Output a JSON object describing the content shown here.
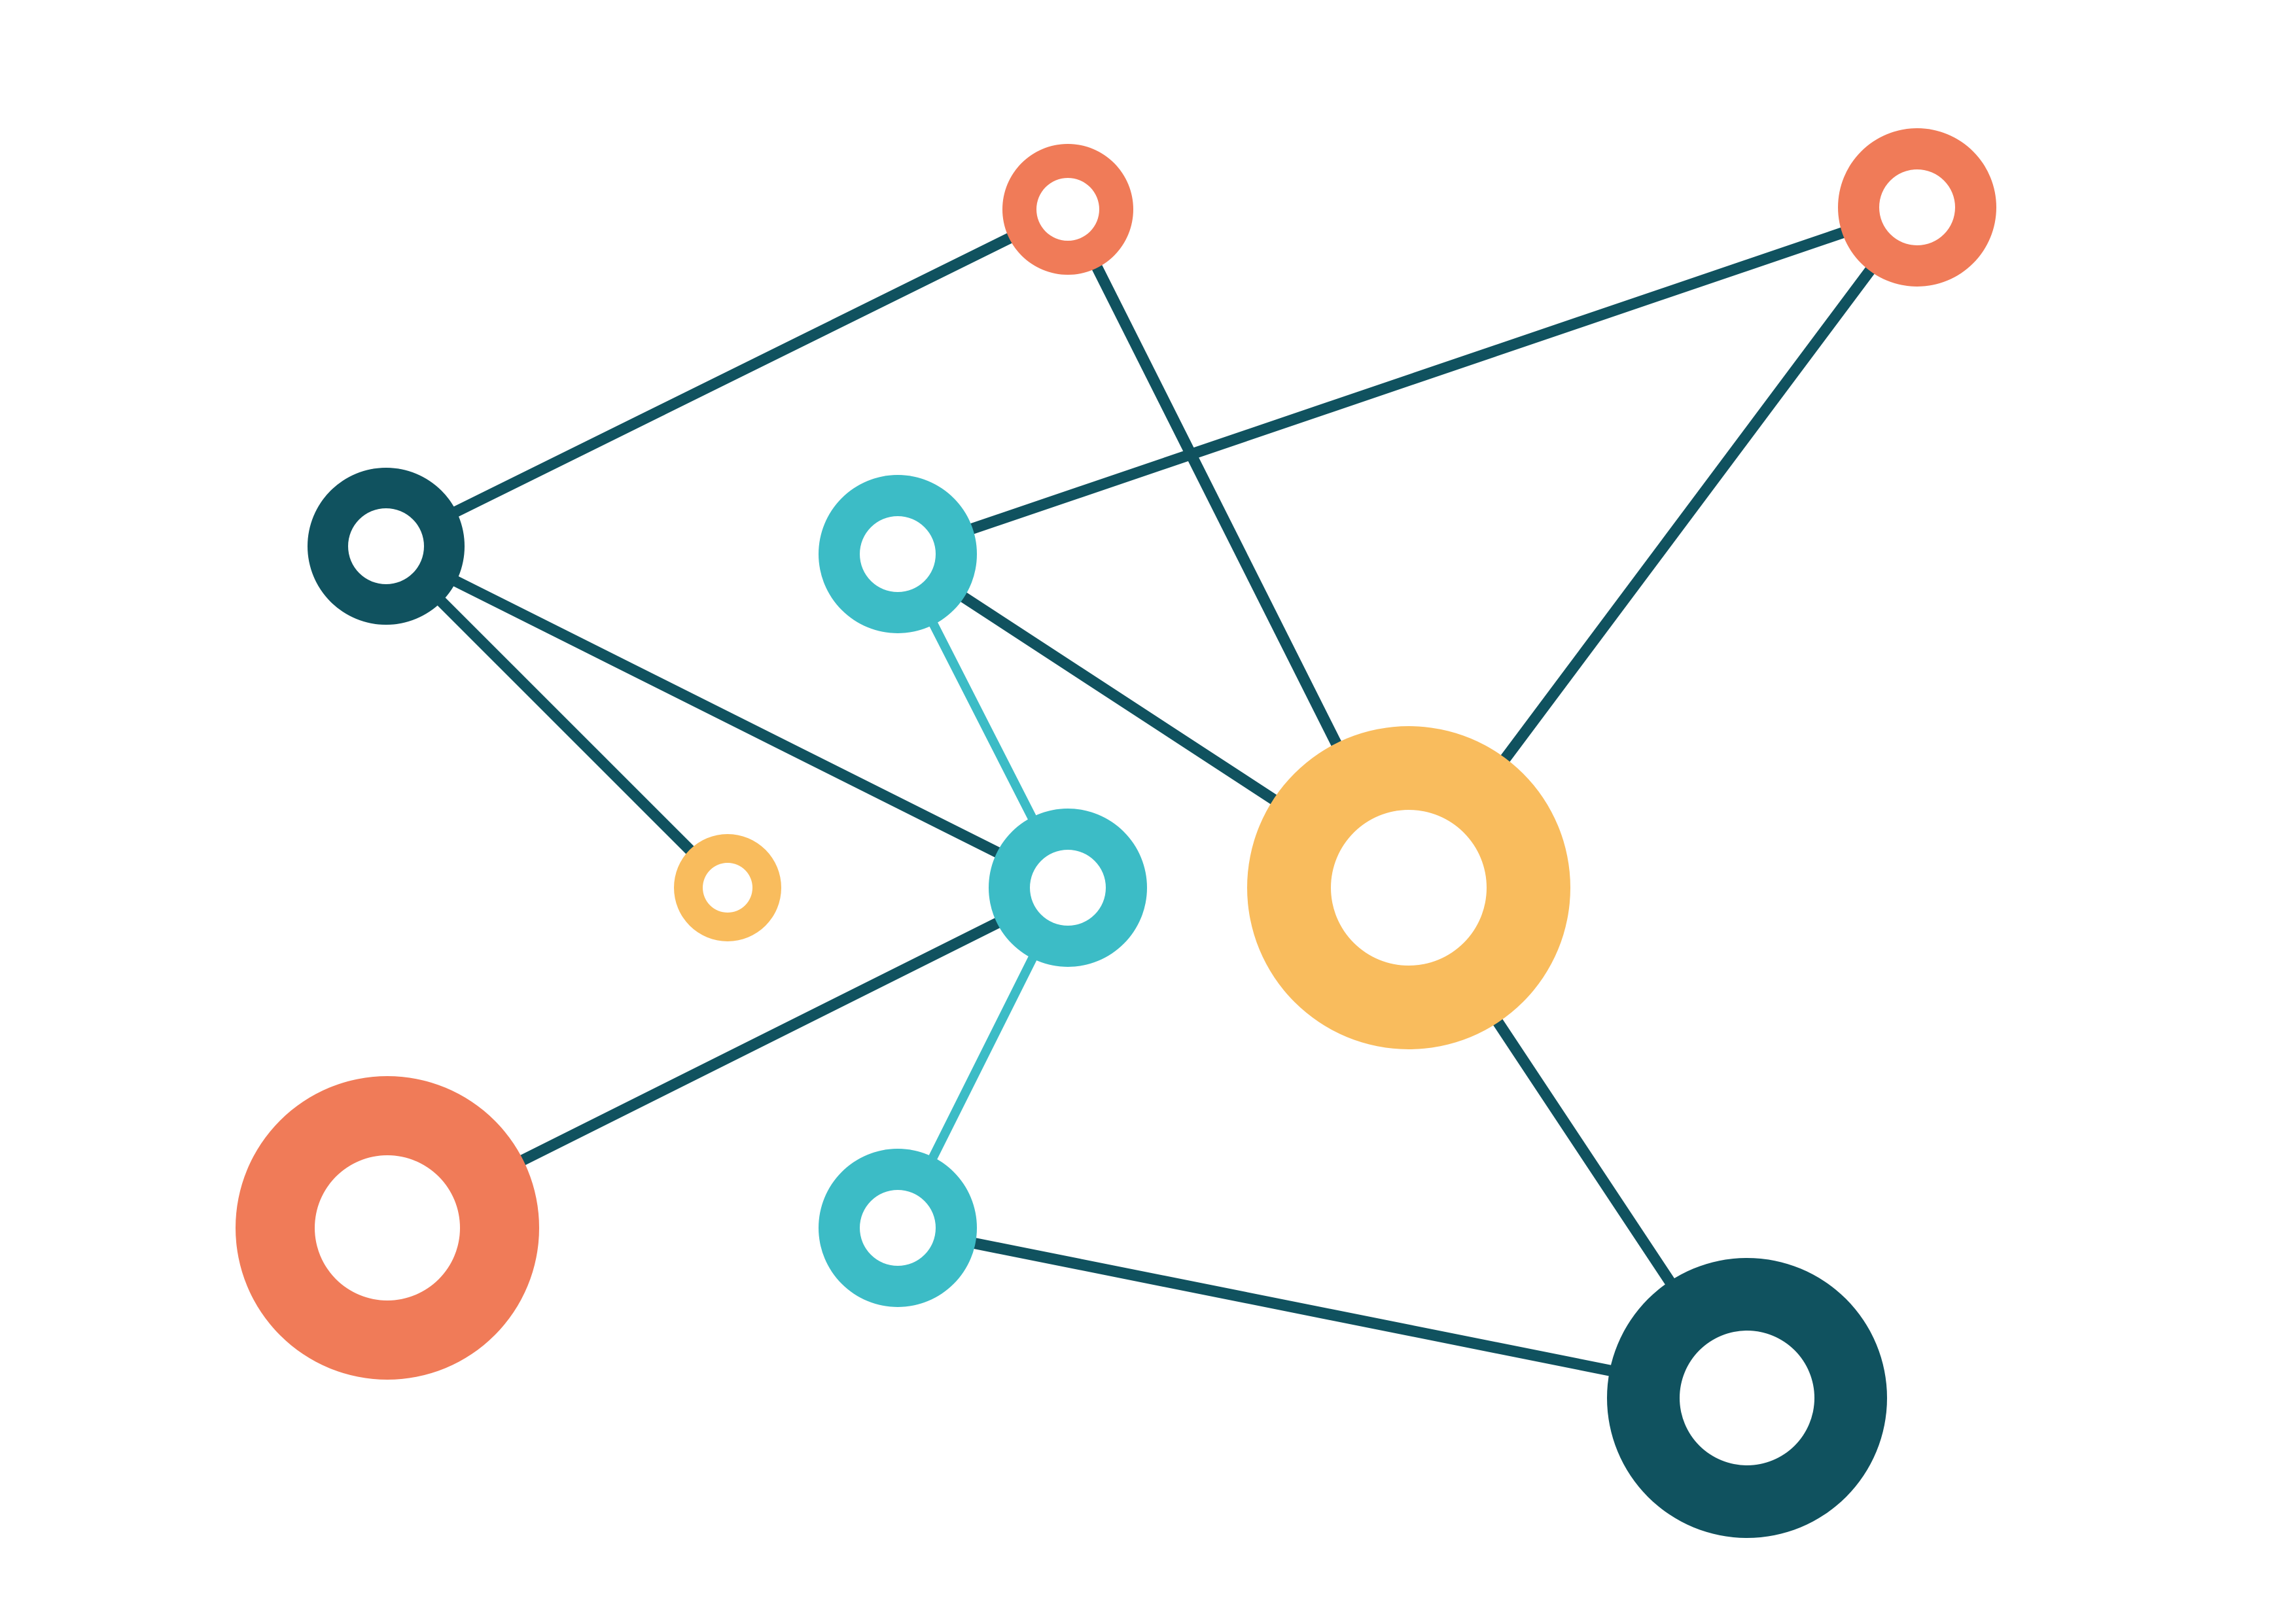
{
  "colors": {
    "dark": "#10525F",
    "coral": "#F07B58",
    "teal": "#3CBCC6",
    "gold": "#F9BC5D",
    "background": "#FFFFFF"
  },
  "nodes": [
    {
      "id": "dark-left",
      "color": "dark",
      "shape": "ring"
    },
    {
      "id": "coral-top",
      "color": "coral",
      "shape": "ring"
    },
    {
      "id": "coral-top-right",
      "color": "coral",
      "shape": "ring"
    },
    {
      "id": "teal-upper",
      "color": "teal",
      "shape": "ring"
    },
    {
      "id": "gold-small",
      "color": "gold",
      "shape": "ring"
    },
    {
      "id": "teal-center",
      "color": "teal",
      "shape": "ring"
    },
    {
      "id": "gold-large",
      "color": "gold",
      "shape": "ring"
    },
    {
      "id": "coral-large",
      "color": "coral",
      "shape": "ring"
    },
    {
      "id": "teal-lower",
      "color": "teal",
      "shape": "ring"
    },
    {
      "id": "dark-large",
      "color": "dark",
      "shape": "ring"
    }
  ],
  "edges": [
    {
      "from": "dark-left",
      "to": "coral-top",
      "color": "dark"
    },
    {
      "from": "dark-left",
      "to": "teal-center",
      "color": "dark"
    },
    {
      "from": "dark-left",
      "to": "gold-small",
      "color": "dark"
    },
    {
      "from": "coral-top",
      "to": "gold-large",
      "color": "dark"
    },
    {
      "from": "teal-upper",
      "to": "coral-top-right",
      "color": "dark"
    },
    {
      "from": "coral-top-right",
      "to": "gold-large",
      "color": "dark"
    },
    {
      "from": "teal-upper",
      "to": "gold-large",
      "color": "dark"
    },
    {
      "from": "teal-upper",
      "to": "teal-center",
      "color": "teal"
    },
    {
      "from": "teal-center",
      "to": "coral-large",
      "color": "dark"
    },
    {
      "from": "teal-center",
      "to": "teal-lower",
      "color": "teal"
    },
    {
      "from": "teal-lower",
      "to": "dark-large",
      "color": "dark"
    },
    {
      "from": "gold-large",
      "to": "dark-large",
      "color": "dark"
    }
  ]
}
